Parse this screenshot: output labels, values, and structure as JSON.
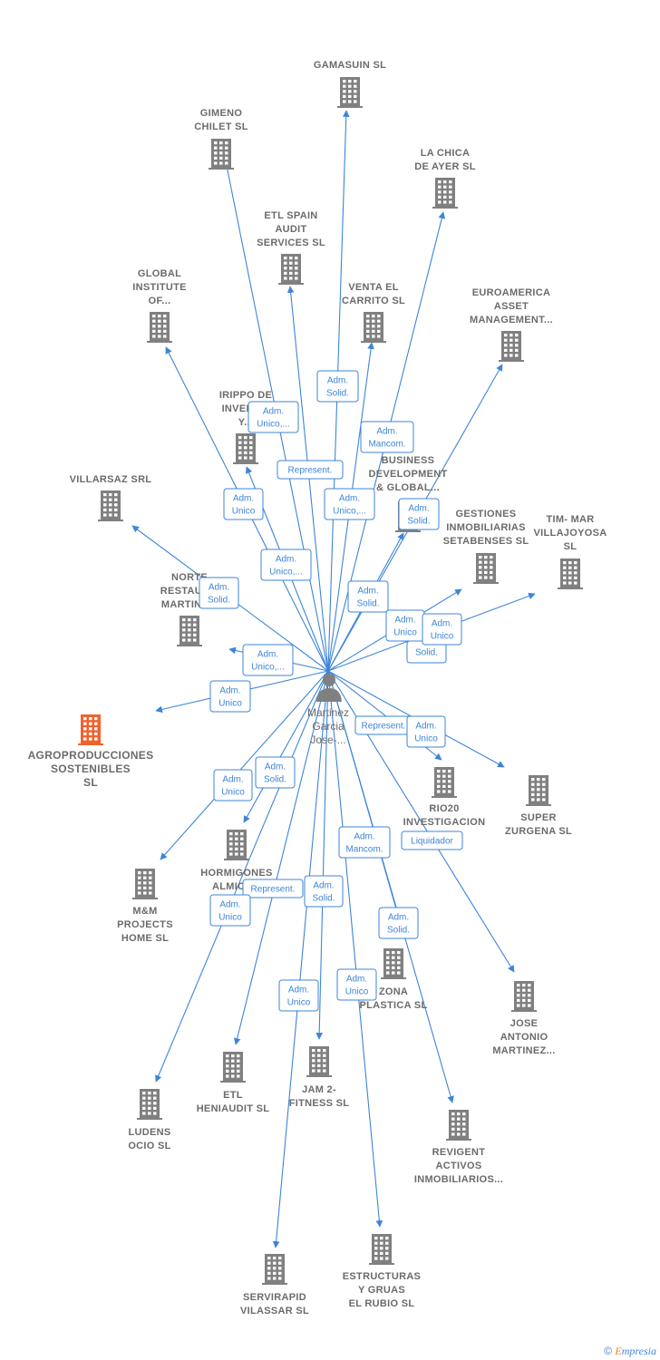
{
  "person": {
    "lines": [
      "Martinez",
      "Garcia",
      "Jose-..."
    ]
  },
  "companies": [
    {
      "id": "gamasuin",
      "lines": [
        "GAMASUIN  SL"
      ]
    },
    {
      "id": "gimeno",
      "lines": [
        "GIMENO",
        "CHILET SL"
      ]
    },
    {
      "id": "lachica",
      "lines": [
        "LA CHICA",
        "DE AYER SL"
      ]
    },
    {
      "id": "etlspain",
      "lines": [
        "ETL SPAIN",
        "AUDIT",
        "SERVICES  SL"
      ]
    },
    {
      "id": "global",
      "lines": [
        "GLOBAL",
        "INSTITUTE",
        "OF..."
      ]
    },
    {
      "id": "ventacarrito",
      "lines": [
        "VENTA EL",
        "CARRITO  SL"
      ]
    },
    {
      "id": "euroamerica",
      "lines": [
        "EUROAMERICA",
        "ASSET",
        "MANAGEMENT..."
      ]
    },
    {
      "id": "irippo",
      "lines": [
        "IRIPPO DE",
        "INVERS...",
        "Y..."
      ]
    },
    {
      "id": "business",
      "lines": [
        "BUSINESS",
        "DEVELOPMENT",
        "& GLOBAL..."
      ]
    },
    {
      "id": "villarsaz",
      "lines": [
        "VILLARSAZ SRL"
      ]
    },
    {
      "id": "gestiones",
      "lines": [
        "GESTIONES",
        "INMOBILIARIAS",
        "SETABENSES SL"
      ]
    },
    {
      "id": "timmar",
      "lines": [
        "TIM- MAR",
        "VILLAJOYOSA",
        "SL"
      ]
    },
    {
      "id": "norte",
      "lines": [
        "NORTE",
        "RESTAUR...",
        "MARTINE..."
      ]
    },
    {
      "id": "agroproducciones",
      "lines": [
        "AGROPRODUCCIONES",
        "SOSTENIBLES",
        "SL"
      ]
    },
    {
      "id": "rio20",
      "lines": [
        "RIO20",
        "INVESTIGACION",
        "...LO..."
      ]
    },
    {
      "id": "super",
      "lines": [
        "SUPER",
        "ZURGENA  SL"
      ]
    },
    {
      "id": "hormigones",
      "lines": [
        "HORMIGONES",
        "ALMICE..."
      ]
    },
    {
      "id": "mm",
      "lines": [
        "M&M",
        "PROJECTS",
        "HOME  SL"
      ]
    },
    {
      "id": "zona",
      "lines": [
        "ZONA",
        "PLASTICA  SL"
      ]
    },
    {
      "id": "jose",
      "lines": [
        "JOSE",
        "ANTONIO",
        "MARTINEZ..."
      ]
    },
    {
      "id": "etlheni",
      "lines": [
        "ETL",
        "HENIAUDIT  SL"
      ]
    },
    {
      "id": "jam2",
      "lines": [
        "JAM 2-",
        "FITNESS SL"
      ]
    },
    {
      "id": "ludens",
      "lines": [
        "LUDENS",
        "OCIO SL"
      ]
    },
    {
      "id": "revigent",
      "lines": [
        "REVIGENT",
        "ACTIVOS",
        "INMOBILIARIOS..."
      ]
    },
    {
      "id": "estructuras",
      "lines": [
        "ESTRUCTURAS",
        "Y GRUAS",
        "EL RUBIO SL"
      ]
    },
    {
      "id": "servirapid",
      "lines": [
        "SERVIRAPID",
        "VILASSAR  SL"
      ]
    }
  ],
  "relations": [
    {
      "lines": [
        "Adm.",
        "Solid."
      ]
    },
    {
      "lines": [
        "Adm.",
        "Unico,..."
      ]
    },
    {
      "lines": [
        "Adm.",
        "Mancom."
      ]
    },
    {
      "lines": [
        "Represent."
      ]
    },
    {
      "lines": [
        "Adm.",
        "Unico"
      ]
    },
    {
      "lines": [
        "Adm.",
        "Unico,..."
      ]
    },
    {
      "lines": [
        "Adm.",
        "Solid."
      ]
    },
    {
      "lines": [
        "Adm.",
        "Unico,..."
      ]
    },
    {
      "lines": [
        "Adm.",
        "Solid."
      ]
    },
    {
      "lines": [
        "Adm.",
        "Solid."
      ]
    },
    {
      "lines": [
        "Adm.",
        "Unico"
      ]
    },
    {
      "lines": [
        "Solid."
      ]
    },
    {
      "lines": [
        "Adm.",
        "Unico"
      ]
    },
    {
      "lines": [
        "Adm.",
        "Unico,..."
      ]
    },
    {
      "lines": [
        "Adm.",
        "Unico"
      ]
    },
    {
      "lines": [
        "Represent."
      ]
    },
    {
      "lines": [
        "Adm.",
        "Unico"
      ]
    },
    {
      "lines": [
        "Adm.",
        "Unico"
      ]
    },
    {
      "lines": [
        "Adm.",
        "Solid."
      ]
    },
    {
      "lines": [
        "Liquidador"
      ]
    },
    {
      "lines": [
        "Adm.",
        "Mancom."
      ]
    },
    {
      "lines": [
        "Represent."
      ]
    },
    {
      "lines": [
        "Adm.",
        "Solid."
      ]
    },
    {
      "lines": [
        "Adm.",
        "Unico"
      ]
    },
    {
      "lines": [
        "Adm.",
        "Solid."
      ]
    },
    {
      "lines": [
        "Adm.",
        "Unico"
      ]
    },
    {
      "lines": [
        "Adm.",
        "Unico"
      ]
    }
  ],
  "colors": {
    "edge": "#3d85d8",
    "building": "#808080",
    "highlight": "#f0622d",
    "person": "#808080"
  },
  "footer": {
    "copyright": "©",
    "brand_initial": "E",
    "brand_rest": "mpresia"
  }
}
